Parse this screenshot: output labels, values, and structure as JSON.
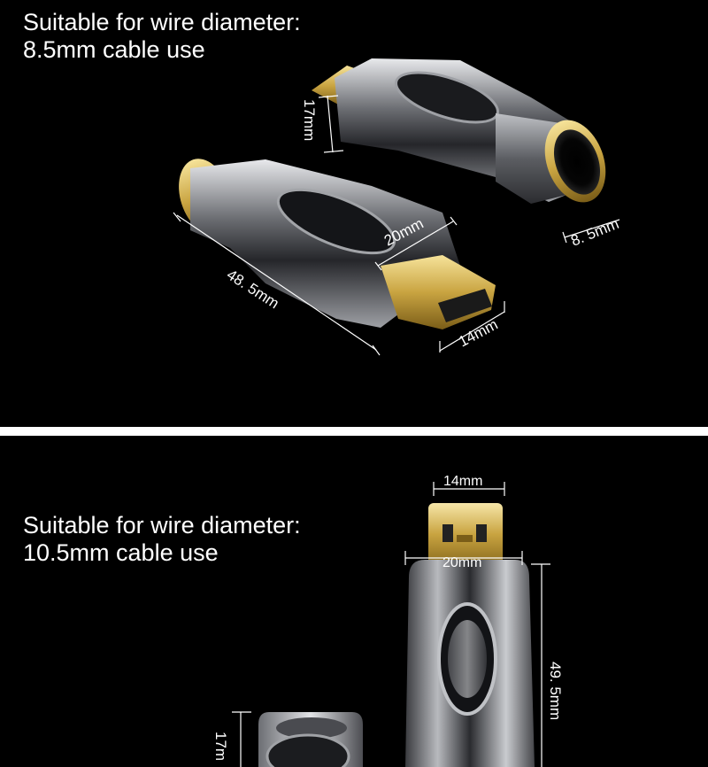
{
  "top_panel": {
    "caption_line1": "Suitable for wire diameter:",
    "caption_line2": "8.5mm cable use",
    "dimensions": {
      "height": "17mm",
      "width": "20mm",
      "length": "48. 5mm",
      "plug": "14mm",
      "cable": "8. 5mm"
    }
  },
  "bottom_panel": {
    "caption_line1": "Suitable for wire diameter:",
    "caption_line2": "10.5mm cable use",
    "dimensions": {
      "plug": "14mm",
      "width": "20mm",
      "length": "49. 5mm",
      "height": "17m"
    }
  },
  "colors": {
    "background": "#000000",
    "divider": "#ffffff",
    "gold": "#c9a441",
    "chrome": "#8a8c90"
  }
}
